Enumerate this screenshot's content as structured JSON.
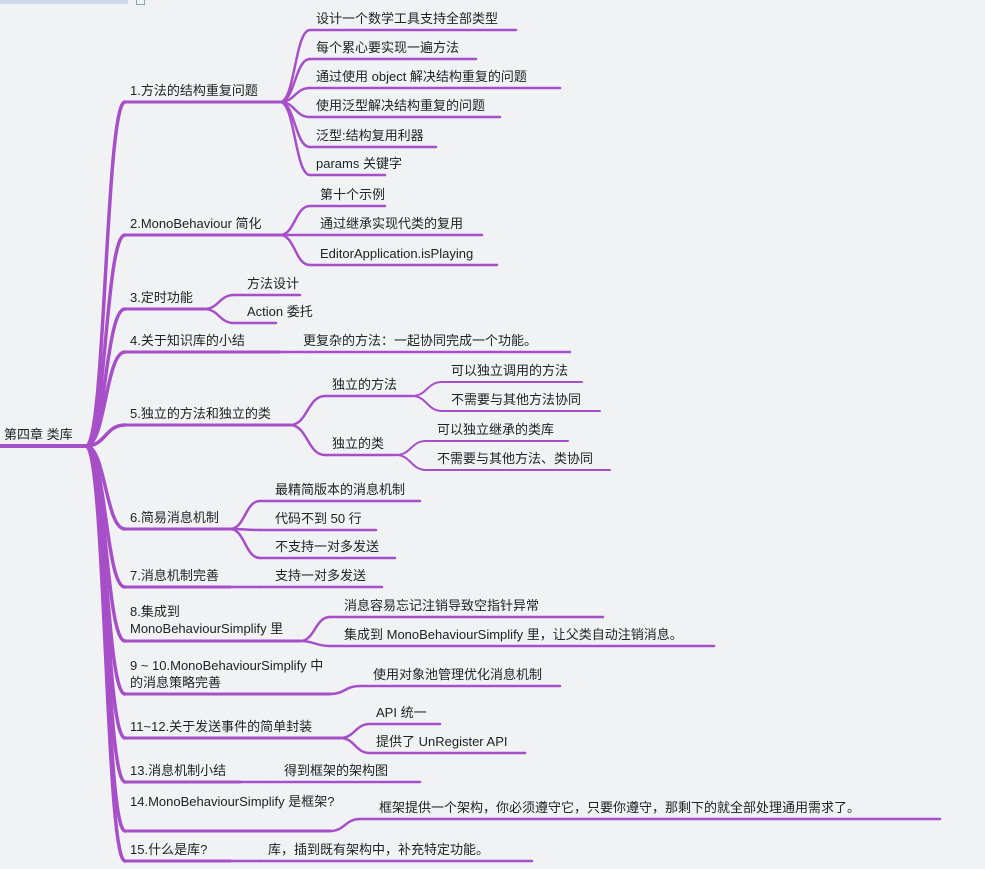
{
  "colors": {
    "branch": "#a64fc8",
    "canvas": "#f1f2f4",
    "text": "#222222"
  },
  "root": "第四章 类库",
  "chapters": [
    {
      "label": "1.方法的结构重复问题",
      "children": [
        {
          "label": "设计一个数学工具支持全部类型"
        },
        {
          "label": "每个累心要实现一遍方法"
        },
        {
          "label": "通过使用 object 解决结构重复的问题"
        },
        {
          "label": "使用泛型解决结构重复的问题"
        },
        {
          "label": "泛型:结构复用利器"
        },
        {
          "label": "params 关键字"
        }
      ]
    },
    {
      "label": "2.MonoBehaviour 简化",
      "children": [
        {
          "label": "第十个示例"
        },
        {
          "label": "通过继承实现代类的复用"
        },
        {
          "label": "EditorApplication.isPlaying"
        }
      ]
    },
    {
      "label": "3.定时功能",
      "children": [
        {
          "label": "方法设计"
        },
        {
          "label": "Action 委托"
        }
      ]
    },
    {
      "label": "4.关于知识库的小结",
      "children": [
        {
          "label": "更复杂的方法：一起协同完成一个功能。"
        }
      ]
    },
    {
      "label": "5.独立的方法和独立的类",
      "children": [
        {
          "label": "独立的方法",
          "children": [
            {
              "label": "可以独立调用的方法"
            },
            {
              "label": "不需要与其他方法协同"
            }
          ]
        },
        {
          "label": "独立的类",
          "children": [
            {
              "label": "可以独立继承的类库"
            },
            {
              "label": "不需要与其他方法、类协同"
            }
          ]
        }
      ]
    },
    {
      "label": "6.简易消息机制",
      "children": [
        {
          "label": "最精简版本的消息机制"
        },
        {
          "label": "代码不到 50 行"
        },
        {
          "label": "不支持一对多发送"
        }
      ]
    },
    {
      "label": "7.消息机制完善",
      "children": [
        {
          "label": "支持一对多发送"
        }
      ]
    },
    {
      "label": "8.集成到 MonoBehaviourSimplify 里",
      "children": [
        {
          "label": "消息容易忘记注销导致空指针异常"
        },
        {
          "label": "集成到 MonoBehaviourSimplify 里，让父类自动注销消息。"
        }
      ]
    },
    {
      "label": "9 ~ 10.MonoBehaviourSimplify 中的消息策略完善",
      "children": [
        {
          "label": "使用对象池管理优化消息机制"
        }
      ]
    },
    {
      "label": "11~12.关于发送事件的简单封装",
      "children": [
        {
          "label": "API 统一"
        },
        {
          "label": "提供了 UnRegister API"
        }
      ]
    },
    {
      "label": "13.消息机制小结",
      "children": [
        {
          "label": "得到框架的架构图"
        }
      ]
    },
    {
      "label": "14.MonoBehaviourSimplify 是框架?",
      "children": [
        {
          "label": "框架提供一个架构，你必须遵守它，只要你遵守，那剩下的就全部处理通用需求了。"
        }
      ]
    },
    {
      "label": "15.什么是库?",
      "children": [
        {
          "label": "库，插到既有架构中，补充特定功能。"
        }
      ]
    }
  ]
}
